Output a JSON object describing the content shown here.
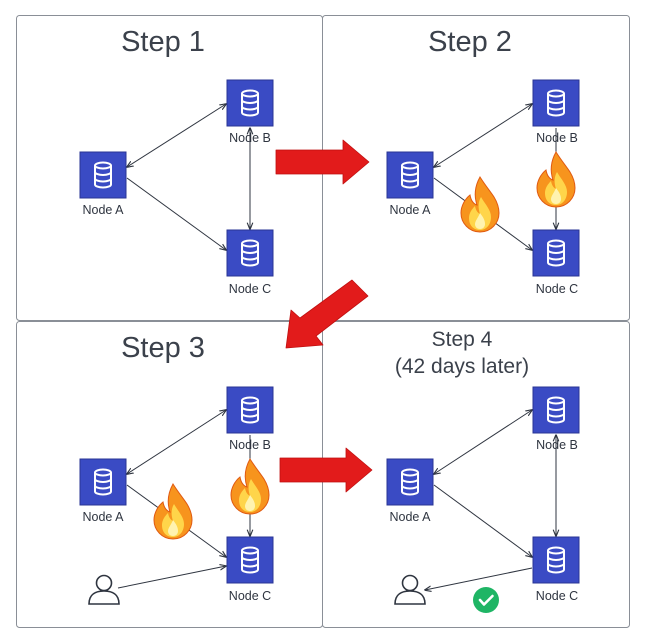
{
  "nodes": {
    "a_label": "Node A",
    "b_label": "Node B",
    "c_label": "Node C",
    "node_color": "#3a4bc4",
    "icon": "database-icon"
  },
  "panels": [
    {
      "id": "step1",
      "title": "Step 1",
      "subtitle": ""
    },
    {
      "id": "step2",
      "title": "Step 2",
      "subtitle": ""
    },
    {
      "id": "step3",
      "title": "Step 3",
      "subtitle": ""
    },
    {
      "id": "step4",
      "title": "Step 4",
      "subtitle": "(42 days later)"
    }
  ],
  "colors": {
    "arrow_red": "#e21b1b",
    "panel_border": "#8a8f97",
    "check_green": "#1fb565",
    "fire_outer": "#f7941d",
    "fire_inner": "#ffd54a"
  },
  "icons": [
    "database-icon",
    "fire-icon",
    "user-icon",
    "checkmark-icon",
    "arrow-right-icon",
    "arrow-down-left-icon"
  ]
}
